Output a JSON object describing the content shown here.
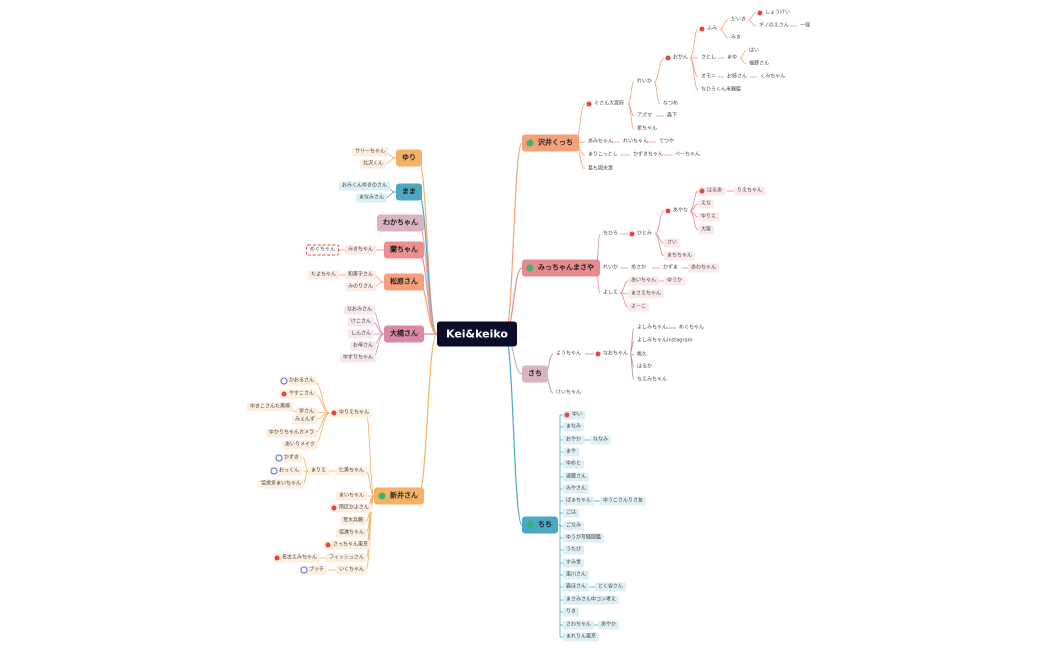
{
  "root": {
    "label": "Kei&keiko"
  },
  "colors": {
    "ゆり": "#f5b165",
    "まま": "#4aa8c2",
    "わかちゃん": "#d9b3bf",
    "蘭ちゃん": "#ec8f8f",
    "松原さん": "#f5a07a",
    "大橋さん": "#d98aa3",
    "新井さん": "#f5b165",
    "沢井くっち": "#f5a07a",
    "みっちゃんまさや": "#e88b8f",
    "さち": "#d9b3bf",
    "ちち": "#4aa8c2"
  },
  "main_left": [
    {
      "label": "ゆり",
      "children": [
        "サリーちゃん",
        "北沢くん"
      ]
    },
    {
      "label": "まま",
      "children": [
        "おみくんゆきのさん",
        "まなみさん"
      ]
    },
    {
      "label": "わかちゃん",
      "children": []
    },
    {
      "label": "蘭ちゃん",
      "children": [
        "みきちゃん"
      ]
    },
    {
      "label": "松原さん",
      "children": [
        "和美子さん",
        "みのりさん"
      ]
    },
    {
      "label": "大橋さん",
      "children": [
        "なおみさん",
        "けこさん",
        "しんさん",
        "お母さん",
        "ゆずりちゃん"
      ]
    },
    {
      "label": "新井さん",
      "children": [
        "ゆりえちゃん",
        "仁美ちゃん",
        "まいちゃん",
        "南区かよさん",
        "荒木兵頼",
        "協進ちゃん",
        "さっちゃん東京",
        "フィッシュさん",
        "いくちゃん"
      ]
    }
  ],
  "left_extra": {
    "めぐちゃん": "めぐちゃん",
    "たよちゃん": "たよちゃん",
    "ゆりえ_children": [
      "かおるさん",
      "やすこさん",
      "学さん",
      "みぇんず",
      "ゆかりちゃんカメラ",
      "あいりメイク"
    ],
    "ゆきこ": "ゆきこさんた美嗅",
    "まりえ": "まりえ",
    "まりえ_children": [
      "かずき",
      "おっくん",
      "協栄多まいちゃん"
    ],
    "名古": "名古えみちゃん",
    "ブッチ": "ブッチ"
  },
  "sawai": {
    "label": "沢井くっち",
    "n_mizuki": "ミさん大宮府",
    "n_reika": "れいか",
    "n_ogawa": "おがん",
    "n_fumi": "ふみ",
    "n_daiki": "だいき",
    "n_shoukei": "しょうけい",
    "n_nino": "ギノのえさん",
    "n_ichi": "一様",
    "n_mi": "みき",
    "n_satoshi": "さとし",
    "n_mayu": "まゆ",
    "n_hai": "はい",
    "n_asano": "福野さん",
    "n_omoni": "オモニ",
    "n_okasan": "お姉さん",
    "n_kumi": "くみちゃん",
    "n_chihiro": "ちひろくん米器脇",
    "n_natsume": "なつめ",
    "n_azuma": "アズマ",
    "n_gekka": "森下",
    "n_hoshi": "星ちゃん",
    "n_mami": "あみちゃん",
    "n_reichan": "れいちゃん",
    "n_tetsuya": "てつや",
    "n_mariko": "まりこっとし",
    "n_kazuki": "かずきちゃん",
    "n_pepe": "ペーちゃん",
    "n_kanki": "葛も図夫妻"
  },
  "micchan": {
    "label": "みっちゃんまさや",
    "n_chihiro": "ちひろ",
    "n_hitomi": "ひとみ",
    "n_ayana": "あやな",
    "n_haruka": "はるあ",
    "n_rie": "りえちゃん",
    "n_ena": "えな",
    "n_yurie": "ゆりえ",
    "n_yuka": "大阪",
    "n_sai": "さい",
    "n_machi": "まちちゃん",
    "n_reika": "れいか",
    "n_asaka": "あさか",
    "n_kazuma": "かずま",
    "n_awa": "あわちゃん",
    "n_yoshie": "よしえ",
    "n_ayuchan": "あいちゃん",
    "n_yuuka": "ゆうか",
    "n_masae": "まさえちゃん",
    "n_yoko": "よーこ"
  },
  "sachi": {
    "label": "さち",
    "n_yoko": "ようちゃん",
    "n_nao": "なおちゃん",
    "n_yoshimi1": "よしみちゃん",
    "n_megu": "めぐちゃん",
    "n_yoshimi2": "よしみちゃんInstagram",
    "n_momo": "桃久",
    "n_haruka": "はるか",
    "n_kozumi": "ちえみちゃん",
    "n_keiichi": "けいちゃん"
  },
  "chichi": {
    "label": "ちち",
    "items": [
      "ゆい",
      "まなみ",
      "おやか",
      "まや",
      "ゆめと",
      "遠藤さん",
      "みやさん",
      "ぱぁちゃん",
      "ごは",
      "ごなみ",
      "ゆうが写経図鑑",
      "うたび",
      "すみ世",
      "東川さん",
      "森ほさん",
      "まさみさん中コン考え",
      "りき",
      "さわちゃん",
      "まれりん東京"
    ],
    "n_nanami": "ななみ",
    "n_yuukosan": "ゆうこさんりさ友",
    "n_tokuhosan": "とく谷さん",
    "n_ayaka": "あやか"
  }
}
